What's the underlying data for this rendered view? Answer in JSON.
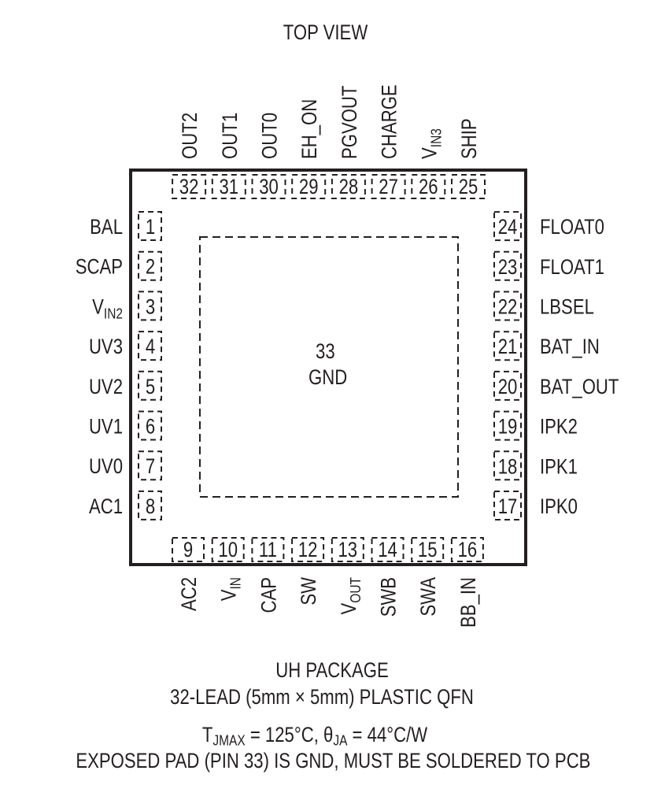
{
  "view_title": "TOP VIEW",
  "pins_left": [
    {
      "num": "1",
      "name": "BAL"
    },
    {
      "num": "2",
      "name": "SCAP"
    },
    {
      "num": "3",
      "name": "V",
      "sub": "IN2"
    },
    {
      "num": "4",
      "name": "UV3"
    },
    {
      "num": "5",
      "name": "UV2"
    },
    {
      "num": "6",
      "name": "UV1"
    },
    {
      "num": "7",
      "name": "UV0"
    },
    {
      "num": "8",
      "name": "AC1"
    }
  ],
  "pins_bottom": [
    {
      "num": "9",
      "name": "AC2"
    },
    {
      "num": "10",
      "name": "V",
      "sub": "IN"
    },
    {
      "num": "11",
      "name": "CAP"
    },
    {
      "num": "12",
      "name": "SW"
    },
    {
      "num": "13",
      "name": "V",
      "sub": "OUT"
    },
    {
      "num": "14",
      "name": "SWB"
    },
    {
      "num": "15",
      "name": "SWA"
    },
    {
      "num": "16",
      "name": "BB_IN"
    }
  ],
  "pins_right": [
    {
      "num": "17",
      "name": "IPK0"
    },
    {
      "num": "18",
      "name": "IPK1"
    },
    {
      "num": "19",
      "name": "IPK2"
    },
    {
      "num": "20",
      "name": "BAT_OUT"
    },
    {
      "num": "21",
      "name": "BAT_IN"
    },
    {
      "num": "22",
      "name": "LBSEL"
    },
    {
      "num": "23",
      "name": "FLOAT1"
    },
    {
      "num": "24",
      "name": "FLOAT0"
    }
  ],
  "pins_top": [
    {
      "num": "25",
      "name": "SHIP"
    },
    {
      "num": "26",
      "name": "V",
      "sub": "IN3"
    },
    {
      "num": "27",
      "name": "CHARGE"
    },
    {
      "num": "28",
      "name": "PGVOUT"
    },
    {
      "num": "29",
      "name": "EH_ON"
    },
    {
      "num": "30",
      "name": "OUT0"
    },
    {
      "num": "31",
      "name": "OUT1"
    },
    {
      "num": "32",
      "name": "OUT2"
    }
  ],
  "exposed_pad": {
    "num": "33",
    "name": "GND"
  },
  "package": {
    "line1": "UH PACKAGE",
    "line2": "32-LEAD (5mm × 5mm) PLASTIC QFN",
    "thermal": {
      "t_symbol": "T",
      "t_sub": "JMAX",
      "t_value": " = 125°C, ",
      "theta_symbol": "θ",
      "theta_sub": "JA",
      "theta_value": " = 44°C/W"
    },
    "note": "EXPOSED PAD (PIN 33) IS GND, MUST BE SOLDERED TO PCB"
  }
}
